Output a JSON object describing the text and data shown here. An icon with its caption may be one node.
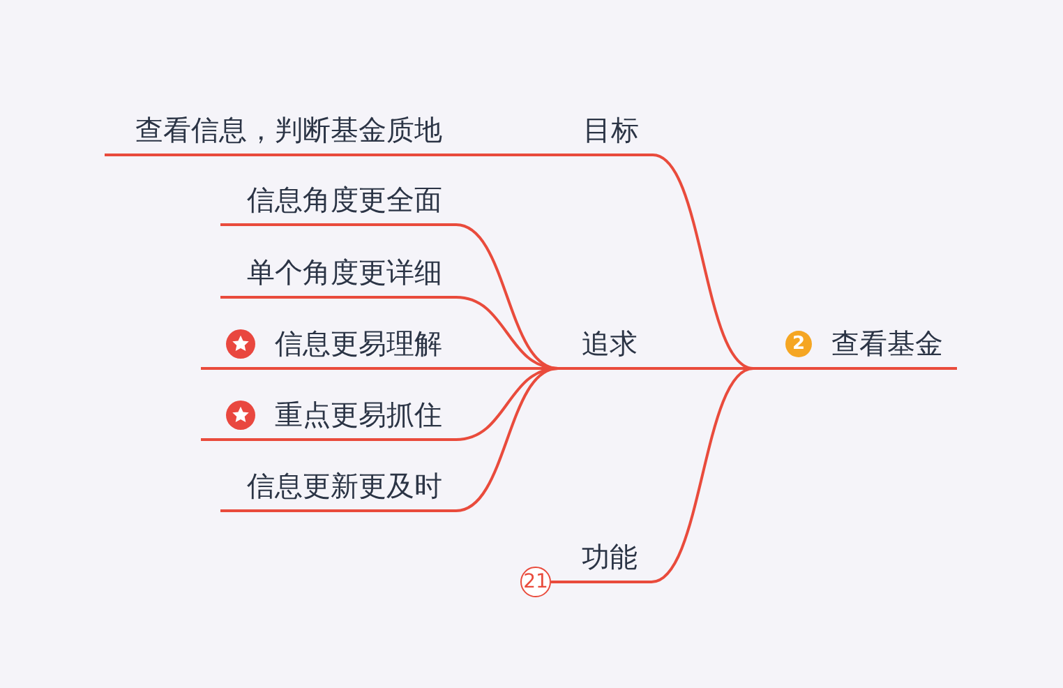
{
  "diagram": {
    "nodes": [
      {
        "text": [
          "2",
          "查看基金"
        ]
      },
      {
        "text": [
          "目标"
        ]
      },
      {
        "text": [
          "查看信息，判断基金质地"
        ]
      },
      {
        "text": [
          "追求"
        ]
      },
      {
        "text": [
          "信息角度更全面"
        ]
      },
      {
        "text": [
          "单个角度更详细"
        ]
      },
      {
        "text": [
          "信息更易理解"
        ]
      },
      {
        "text": [
          "重点更易抓住"
        ]
      },
      {
        "text": [
          "信息更新更及时"
        ]
      },
      {
        "text": [
          "功能"
        ],
        "beside": [
          "21"
        ]
      }
    ],
    "edges": [
      {
        "from": 0,
        "to": 1,
        "arrow": "none"
      },
      {
        "from": 1,
        "to": 2,
        "arrow": "none"
      },
      {
        "from": 0,
        "to": 3,
        "arrow": "none"
      },
      {
        "from": 3,
        "to": 4,
        "arrow": "none"
      },
      {
        "from": 3,
        "to": 5,
        "arrow": "none"
      },
      {
        "from": 3,
        "to": 6,
        "arrow": "none"
      },
      {
        "from": 3,
        "to": 7,
        "arrow": "none"
      },
      {
        "from": 3,
        "to": 8,
        "arrow": "none"
      },
      {
        "from": 0,
        "to": 9,
        "arrow": "none"
      }
    ]
  }
}
